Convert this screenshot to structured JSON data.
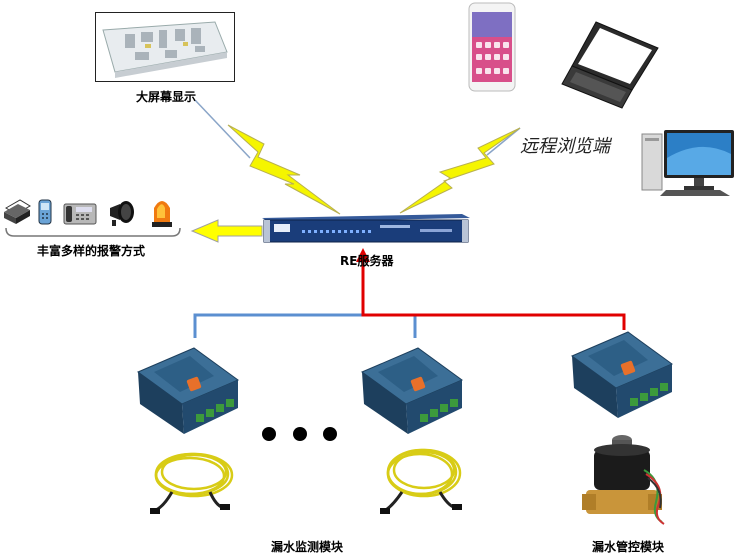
{
  "labels": {
    "big_screen": "大屏幕显示",
    "remote_browser": "远程浏览端",
    "alarm_methods": "丰富多样的报警方式",
    "server": "RE服务器",
    "leak_monitor_module": "漏水监测模块",
    "leak_control_module": "漏水管控模块"
  },
  "colors": {
    "red_line": "#e00000",
    "blue_line": "#5b8fd0",
    "lightning_fill": "#f5f500",
    "lightning_stroke": "#8aa5c8",
    "arrow_fill": "#ffff00",
    "arrow_stroke": "#999999",
    "module_body": "#2d5f86",
    "module_side": "#1d3f5d",
    "module_accent": "#e8702a",
    "terminal_green": "#3c9a3c",
    "cable_yellow": "#d8cc16",
    "server_body": "#1a3d7a"
  },
  "icons": [
    "floor-plan-display",
    "smartphone",
    "laptop",
    "desktop-computer",
    "printer",
    "mobile-phone",
    "telephone",
    "siren-speaker",
    "alarm-light",
    "rack-server",
    "leak-module",
    "leak-sensor-cable",
    "solenoid-valve"
  ]
}
